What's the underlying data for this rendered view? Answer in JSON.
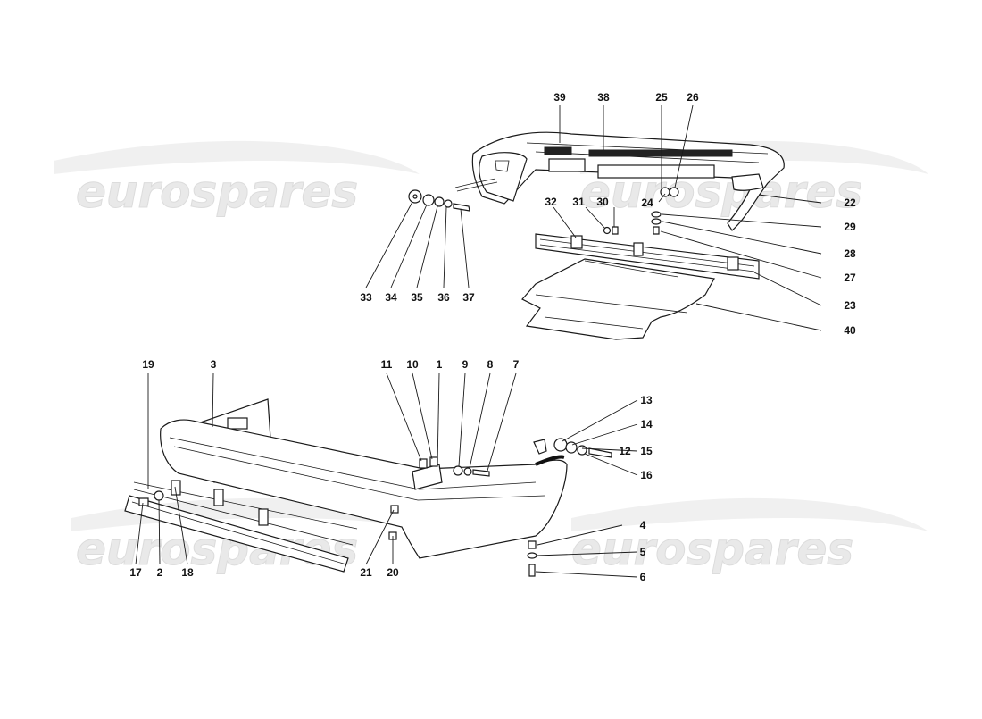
{
  "watermark": "eurospares",
  "callouts": {
    "n1": "1",
    "n2": "2",
    "n3": "3",
    "n4": "4",
    "n5": "5",
    "n6": "6",
    "n7": "7",
    "n8": "8",
    "n9": "9",
    "n10": "10",
    "n11": "11",
    "n12": "12",
    "n13": "13",
    "n14": "14",
    "n15": "15",
    "n16": "16",
    "n17": "17",
    "n18": "18",
    "n19": "19",
    "n20": "20",
    "n21": "21",
    "n22": "22",
    "n23": "23",
    "n24": "24",
    "n25": "25",
    "n26": "26",
    "n27": "27",
    "n28": "28",
    "n29": "29",
    "n30": "30",
    "n31": "31",
    "n32": "32",
    "n33": "33",
    "n34": "34",
    "n35": "35",
    "n36": "36",
    "n37": "37",
    "n38": "38",
    "n39": "39",
    "n40": "40"
  }
}
